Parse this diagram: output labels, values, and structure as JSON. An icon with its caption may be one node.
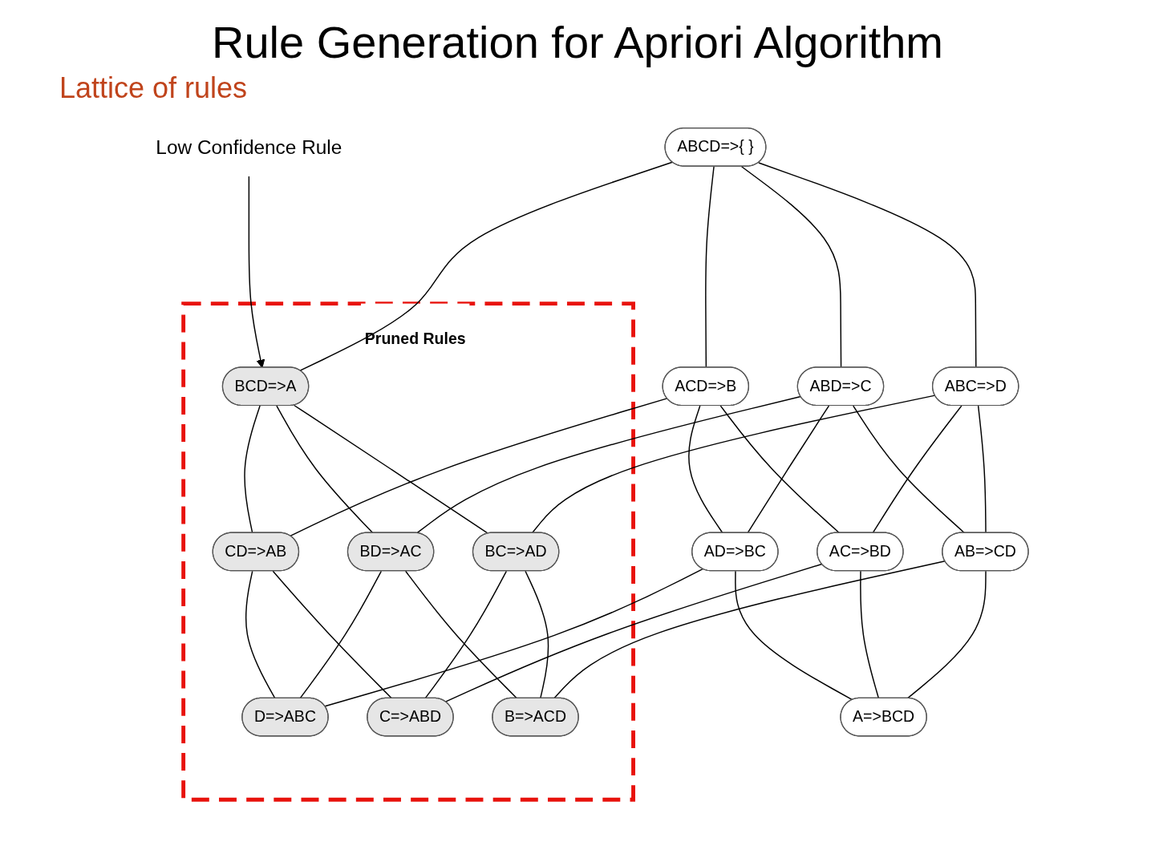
{
  "diagram": {
    "title": "Rule Generation for Apriori Algorithm",
    "nodes": [
      {
        "text": [
          "ABCD=>{ }"
        ]
      },
      {
        "text": [
          "Low Confidence Rule"
        ]
      },
      {
        "text": [
          "Pruned Rules"
        ]
      },
      {
        "text": [
          "BCD=>A"
        ],
        "in": 2
      },
      {
        "text": [
          "ACD=>B"
        ]
      },
      {
        "text": [
          "ABD=>C"
        ]
      },
      {
        "text": [
          "ABC=>D"
        ]
      },
      {
        "text": [
          "CD=>AB"
        ],
        "in": 2
      },
      {
        "text": [
          "BD=>AC"
        ],
        "in": 2
      },
      {
        "text": [
          "BC=>AD"
        ],
        "in": 2
      },
      {
        "text": [
          "AD=>BC"
        ]
      },
      {
        "text": [
          "AC=>BD"
        ]
      },
      {
        "text": [
          "AB=>CD"
        ]
      },
      {
        "text": [
          "D=>ABC"
        ],
        "in": 2
      },
      {
        "text": [
          "C=>ABD"
        ],
        "in": 2
      },
      {
        "text": [
          "B=>ACD"
        ],
        "in": 2
      },
      {
        "text": [
          "A=>BCD"
        ]
      }
    ],
    "edges": [
      {
        "from": 0,
        "to": 3,
        "arrow": "none"
      },
      {
        "from": 0,
        "to": 4,
        "arrow": "none"
      },
      {
        "from": 0,
        "to": 5,
        "arrow": "none"
      },
      {
        "from": 0,
        "to": 6,
        "arrow": "none"
      },
      {
        "from": 1,
        "to": 3,
        "arrow": "to"
      },
      {
        "from": 3,
        "to": 7,
        "arrow": "none"
      },
      {
        "from": 3,
        "to": 8,
        "arrow": "none"
      },
      {
        "from": 3,
        "to": 9,
        "arrow": "none"
      },
      {
        "from": 4,
        "to": 7,
        "arrow": "none"
      },
      {
        "from": 4,
        "to": 10,
        "arrow": "none"
      },
      {
        "from": 4,
        "to": 11,
        "arrow": "none"
      },
      {
        "from": 5,
        "to": 8,
        "arrow": "none"
      },
      {
        "from": 5,
        "to": 10,
        "arrow": "none"
      },
      {
        "from": 5,
        "to": 12,
        "arrow": "none"
      },
      {
        "from": 6,
        "to": 9,
        "arrow": "none"
      },
      {
        "from": 6,
        "to": 11,
        "arrow": "none"
      },
      {
        "from": 6,
        "to": 12,
        "arrow": "none"
      },
      {
        "from": 7,
        "to": 13,
        "arrow": "none"
      },
      {
        "from": 7,
        "to": 14,
        "arrow": "none"
      },
      {
        "from": 8,
        "to": 13,
        "arrow": "none"
      },
      {
        "from": 8,
        "to": 15,
        "arrow": "none"
      },
      {
        "from": 9,
        "to": 14,
        "arrow": "none"
      },
      {
        "from": 9,
        "to": 15,
        "arrow": "none"
      },
      {
        "from": 10,
        "to": 13,
        "arrow": "none"
      },
      {
        "from": 10,
        "to": 16,
        "arrow": "none"
      },
      {
        "from": 11,
        "to": 14,
        "arrow": "none"
      },
      {
        "from": 11,
        "to": 16,
        "arrow": "none"
      },
      {
        "from": 12,
        "to": 15,
        "arrow": "none"
      },
      {
        "from": 12,
        "to": 16,
        "arrow": "none"
      }
    ],
    "labels": [
      "Lattice of rules"
    ]
  }
}
